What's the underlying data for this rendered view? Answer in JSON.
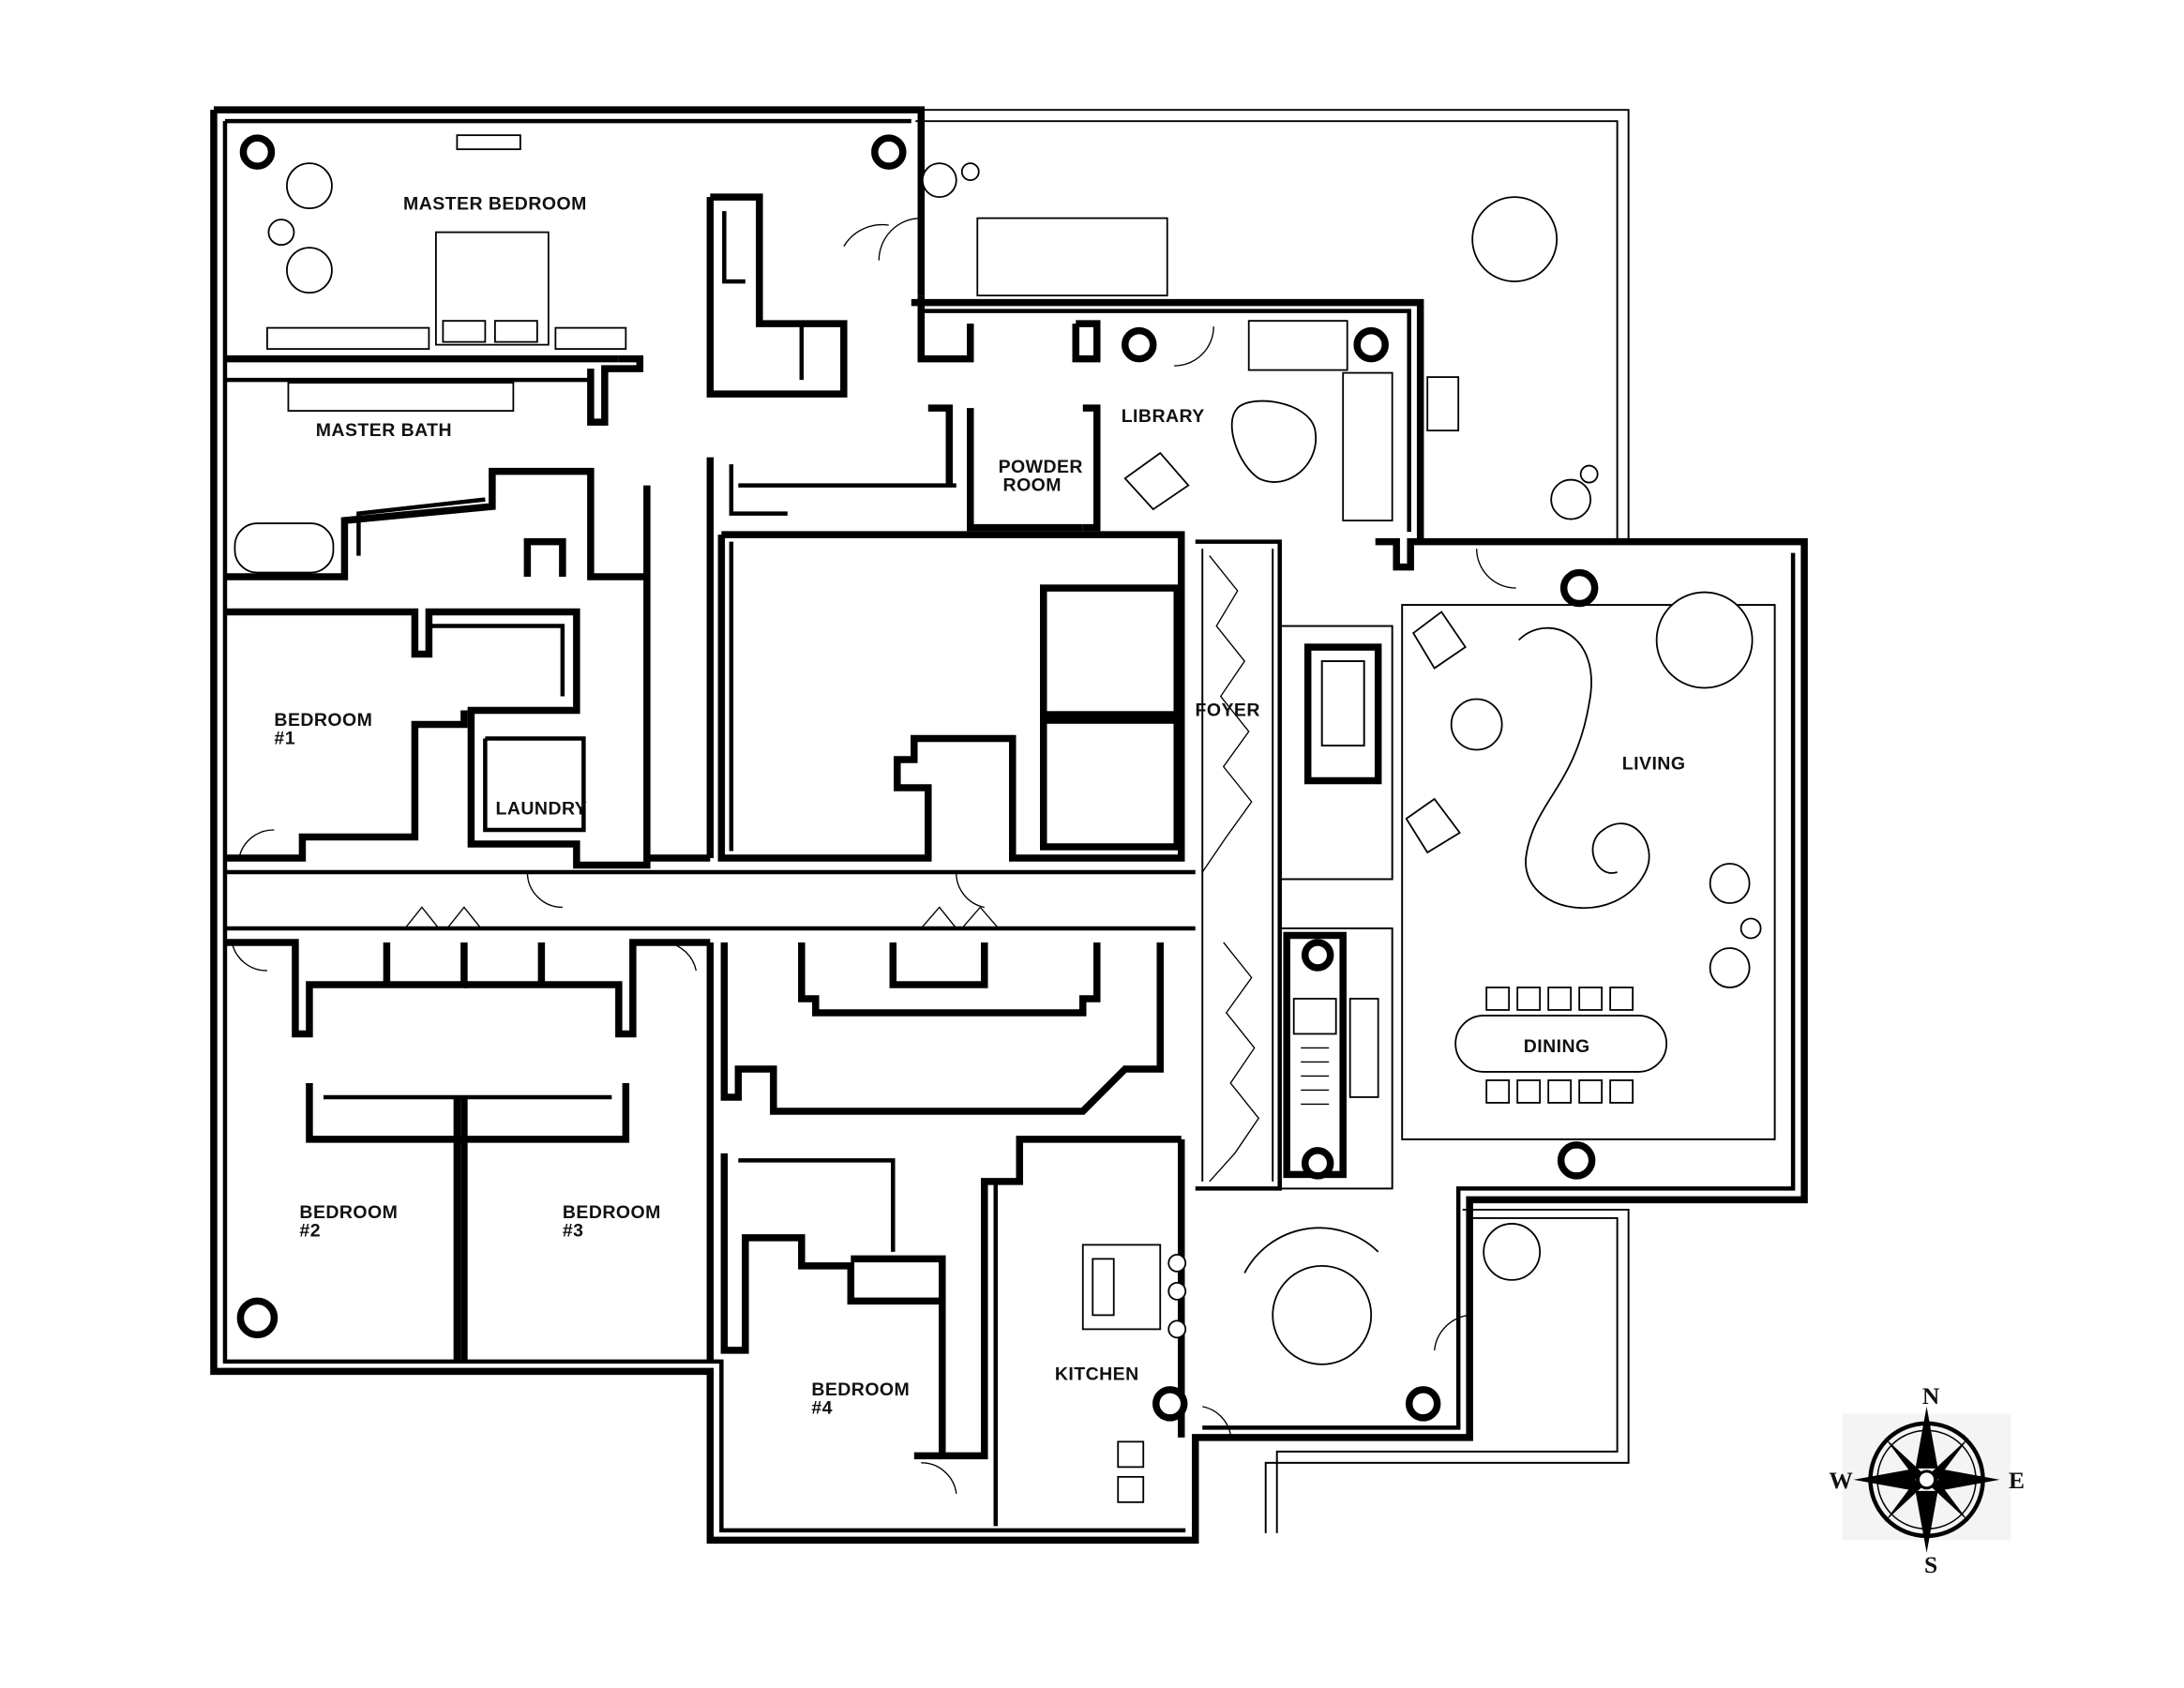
{
  "plan": {
    "rooms": [
      {
        "id": "master-bedroom",
        "label": "MASTER BEDROOM"
      },
      {
        "id": "master-bath",
        "label": "MASTER BATH"
      },
      {
        "id": "library",
        "label": "LIBRARY"
      },
      {
        "id": "powder-room",
        "label_line1": "POWDER",
        "label_line2": "ROOM"
      },
      {
        "id": "bedroom-1",
        "label_line1": "BEDROOM",
        "label_line2": "#1"
      },
      {
        "id": "laundry",
        "label": "LAUNDRY"
      },
      {
        "id": "foyer",
        "label": "FOYER"
      },
      {
        "id": "living",
        "label": "LIVING"
      },
      {
        "id": "dining",
        "label": "DINING"
      },
      {
        "id": "bedroom-2",
        "label_line1": "BEDROOM",
        "label_line2": "#2"
      },
      {
        "id": "bedroom-3",
        "label_line1": "BEDROOM",
        "label_line2": "#3"
      },
      {
        "id": "bedroom-4",
        "label_line1": "BEDROOM",
        "label_line2": "#4"
      },
      {
        "id": "kitchen",
        "label": "KITCHEN"
      }
    ]
  },
  "compass": {
    "north": "N",
    "south": "S",
    "east": "E",
    "west": "W"
  }
}
